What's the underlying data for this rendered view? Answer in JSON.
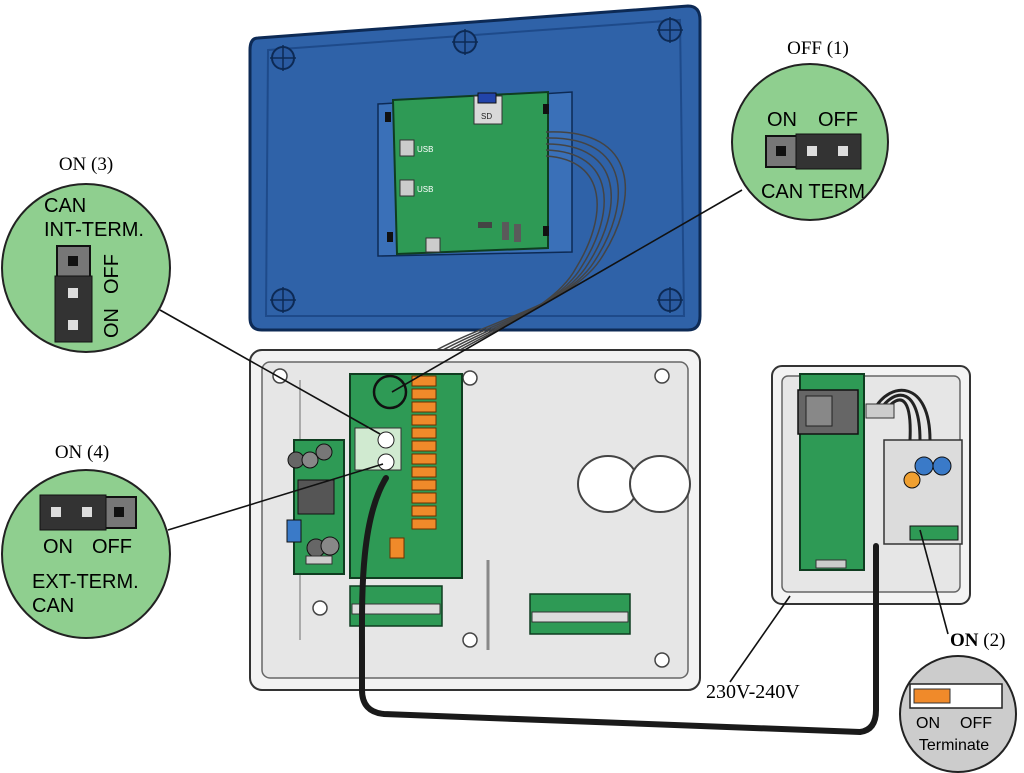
{
  "usb_label": "USB",
  "sd_label": "SD",
  "callouts": {
    "off1": {
      "title": "OFF (1)",
      "on": "ON",
      "off": "OFF",
      "caption": "CAN TERM"
    },
    "on3": {
      "title": "ON (3)",
      "line1": "CAN",
      "line2": "INT-TERM.",
      "on": "ON",
      "off": "OFF"
    },
    "on4": {
      "title": "ON (4)",
      "on": "ON",
      "off": "OFF",
      "line1": "EXT-TERM.",
      "line2": "CAN"
    },
    "on2": {
      "title_bold": "ON",
      "title_rest": " (2)",
      "on": "ON",
      "off": "OFF",
      "caption": "Terminate"
    }
  },
  "power_label": "230V-240V",
  "colors": {
    "panel_blue": "#2f62a8",
    "board_green": "#2e9a55",
    "callout_green": "#8fcf8f",
    "relay_orange": "#f08a2a",
    "cable": "#1a1a1a"
  }
}
